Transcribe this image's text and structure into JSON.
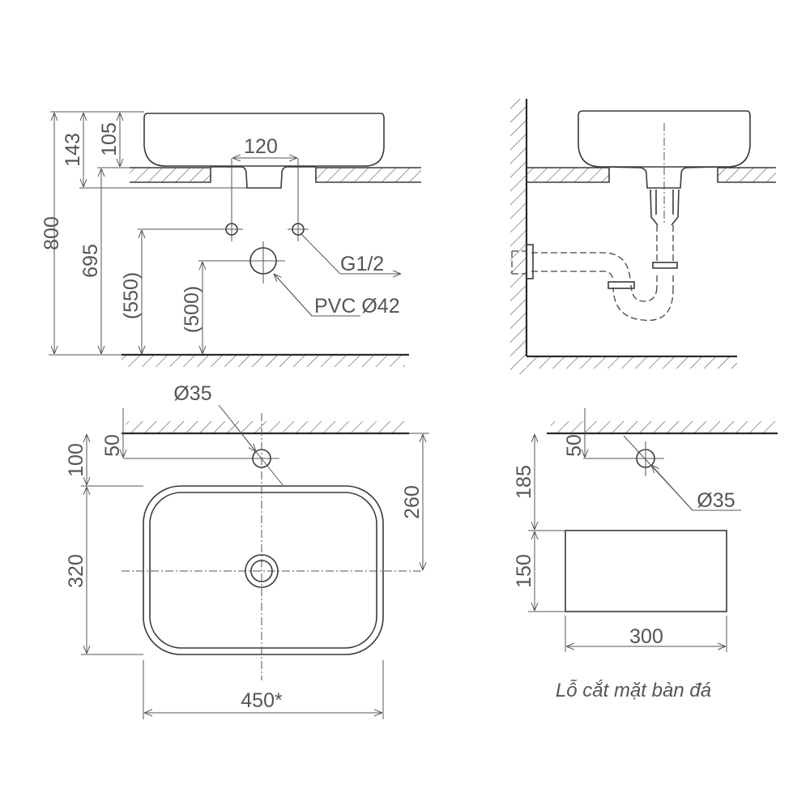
{
  "elevation_view": {
    "dims": {
      "total_height": "800",
      "basin_height": "143",
      "above_counter": "105",
      "counter_height": "695",
      "supply_height": "(550)",
      "drain_height": "(500)",
      "supply_spacing": "120"
    },
    "labels": {
      "supply": "G1/2",
      "drain": "PVC Ø42"
    }
  },
  "plan_view": {
    "dims": {
      "hole_diameter": "Ø35",
      "hole_to_basin": "100",
      "hole_to_wall": "50",
      "basin_depth": "320",
      "wall_to_center": "260",
      "basin_width": "450*"
    }
  },
  "cutout_view": {
    "dims": {
      "hole_to_wall": "50",
      "hole_to_cutout": "185",
      "cutout_depth": "150",
      "cutout_width": "300",
      "hole_diameter": "Ø35"
    },
    "caption": "Lỗ cắt mặt bàn đá"
  },
  "colors": {
    "line": "#3a3a3a",
    "text": "#555555"
  }
}
